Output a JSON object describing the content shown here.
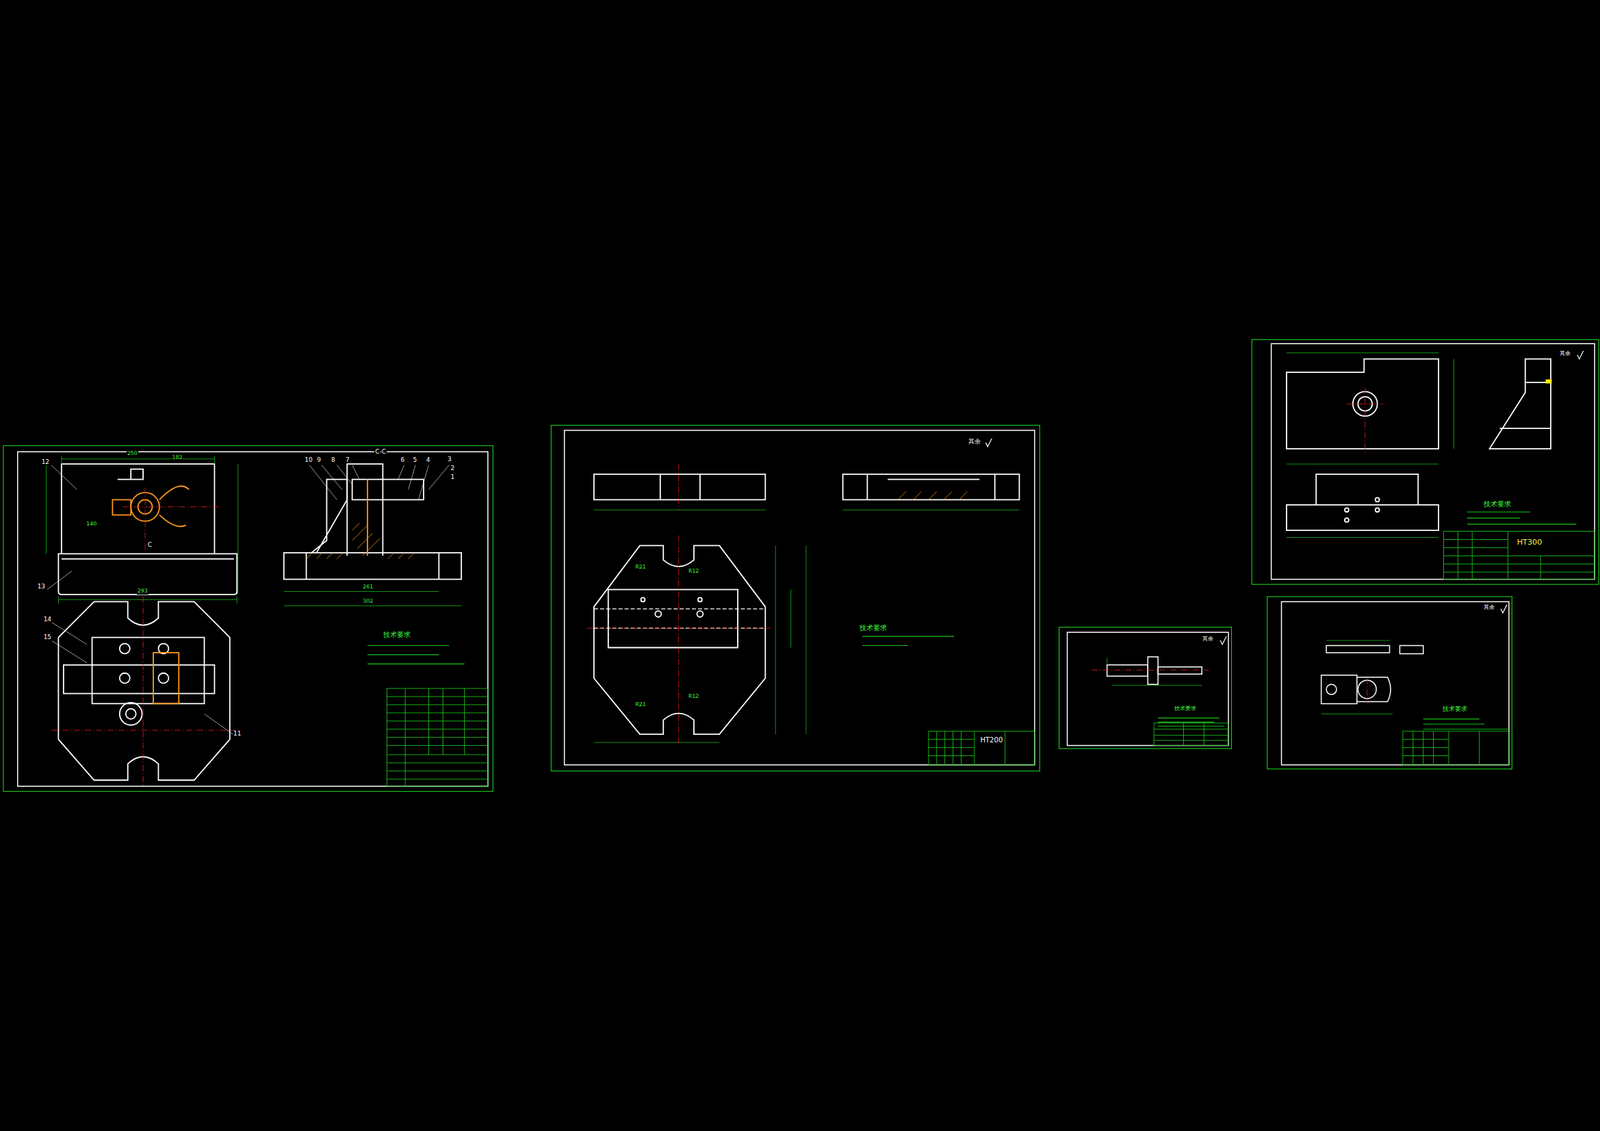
{
  "diagram": {
    "labels": [
      "12",
      "13",
      "14",
      "15",
      "11",
      "10",
      "9",
      "8",
      "7",
      "6",
      "5",
      "4",
      "3",
      "2",
      "1",
      "C-C",
      "C",
      "250",
      "182",
      "140",
      "293",
      "261",
      "302",
      "技术要求",
      "技术要求",
      "其余",
      "HT200",
      "技术要求",
      "其余",
      "其余",
      "技术要求",
      "HT300",
      "其余",
      "技术要求",
      "R21",
      "R12",
      "R21",
      "R12"
    ]
  }
}
